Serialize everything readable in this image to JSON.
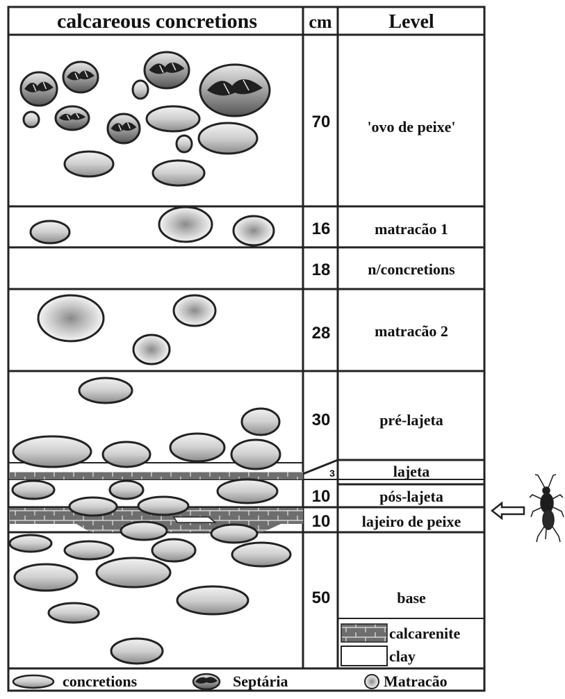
{
  "header": {
    "concretions_col": "calcareous concretions",
    "cm_col": "cm",
    "level_col": "Level"
  },
  "layers": [
    {
      "cm": "70",
      "level": "'ovo de peixe'"
    },
    {
      "cm": "16",
      "level": "matracão 1"
    },
    {
      "cm": "18",
      "level": "n/concretions"
    },
    {
      "cm": "28",
      "level": "matracão 2"
    },
    {
      "cm": "30",
      "level": "pré-lajeta"
    },
    {
      "cm": "3",
      "level": "lajeta"
    },
    {
      "cm": "10",
      "level": "pós-lajeta"
    },
    {
      "cm": "10",
      "level": "lajeiro de peixe"
    },
    {
      "cm": "50",
      "level": "base"
    }
  ],
  "lithology_legend": [
    {
      "label": "calcarenite",
      "icon": "calcarenite-swatch"
    },
    {
      "label": "clay",
      "icon": "clay-swatch"
    }
  ],
  "symbol_legend": [
    {
      "label": "concretions",
      "icon": "concretion-icon"
    },
    {
      "label": "Septária",
      "icon": "septaria-icon"
    },
    {
      "label": "Matracão",
      "icon": "matracao-icon"
    }
  ],
  "fossil_marker": {
    "icon": "arrow-left-icon",
    "insect": "insect-fossil-icon"
  },
  "colors": {
    "outline": "#222222",
    "concretion_fill": "#cfcfcf",
    "septaria_dark": "#1f1f1f",
    "calcarenite": "#7a7a7a"
  }
}
